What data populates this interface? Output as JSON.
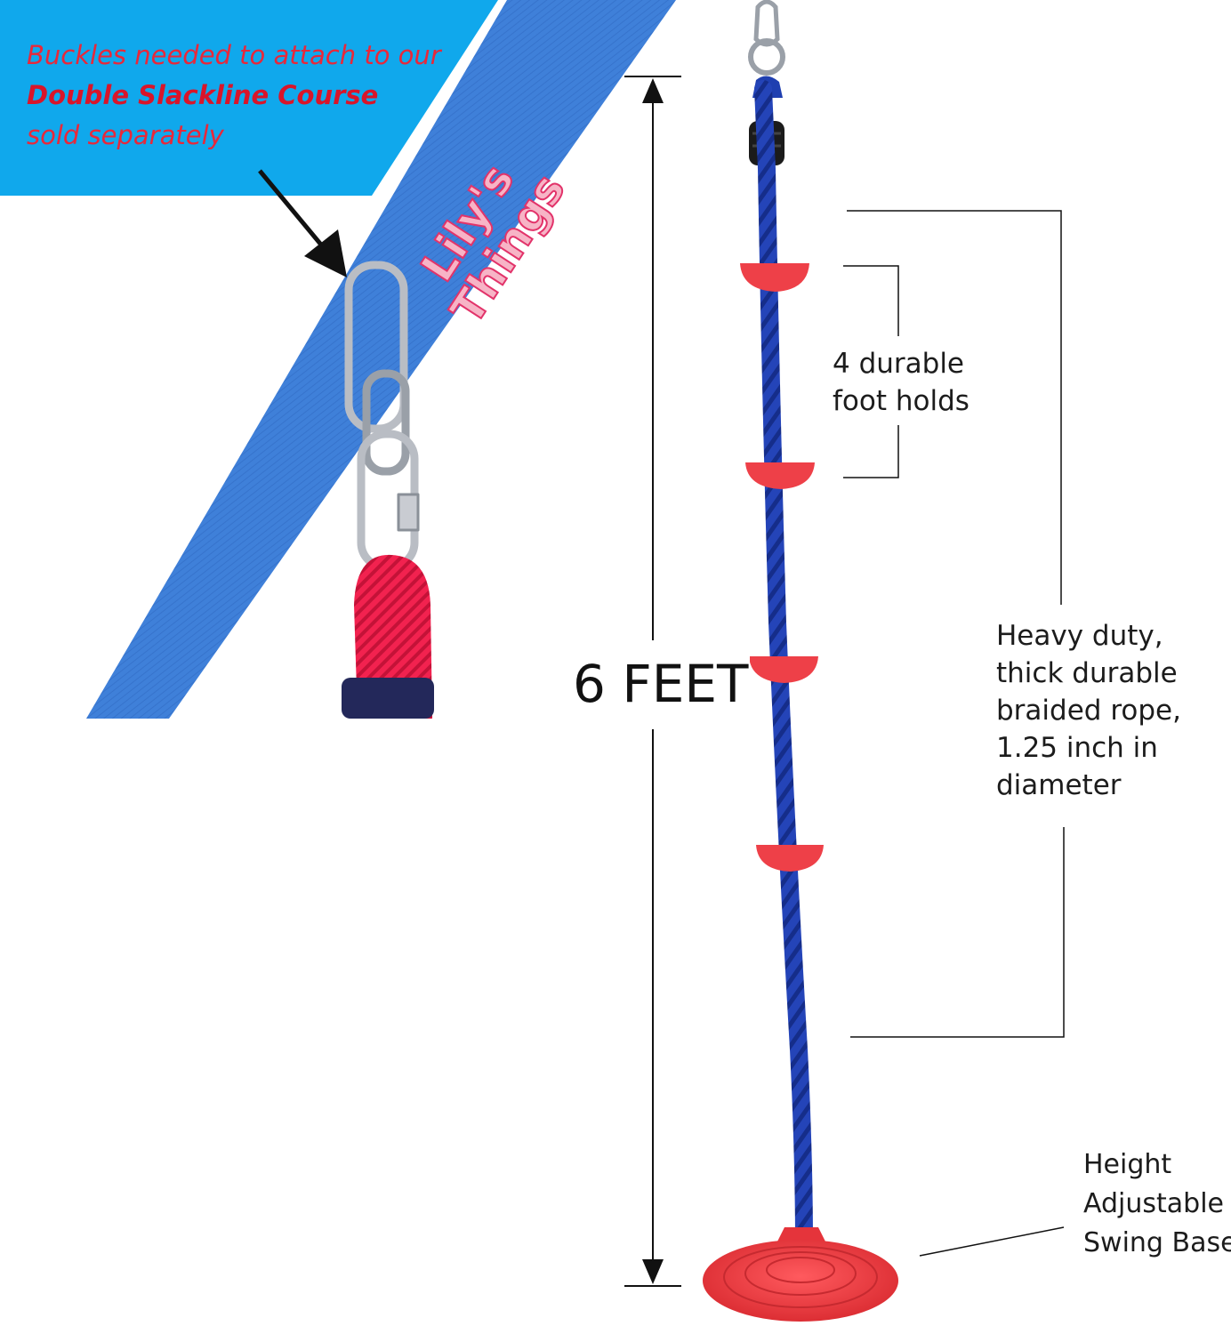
{
  "callout": {
    "line1": "Buckles needed to attach to our",
    "line2": "Double Slackline Course",
    "line3": "sold separately",
    "background_color": "#10a8ec",
    "text_color": "#e8283a"
  },
  "brand_logo": {
    "text": "Lily's Things"
  },
  "measurement": {
    "height_label": "6 FEET"
  },
  "annotations": {
    "foot_holds": [
      "4 durable",
      "foot holds"
    ],
    "rope": [
      "Heavy duty,",
      "thick durable",
      "braided rope,",
      "1.25 inch in",
      "diameter"
    ],
    "swing_base": [
      "Height",
      "Adjustable",
      "Swing Base"
    ]
  },
  "colors": {
    "strap": "#3f80d9",
    "rope": "#1f3fb0",
    "foot_holds": "#ee4048",
    "swing_base": "#f0353c",
    "carabiner": "#c9ccd2",
    "loop_rope": "#f2224f"
  },
  "icons": [
    "arrow-icon",
    "carabiner-icon",
    "dimension-arrow-icon"
  ]
}
